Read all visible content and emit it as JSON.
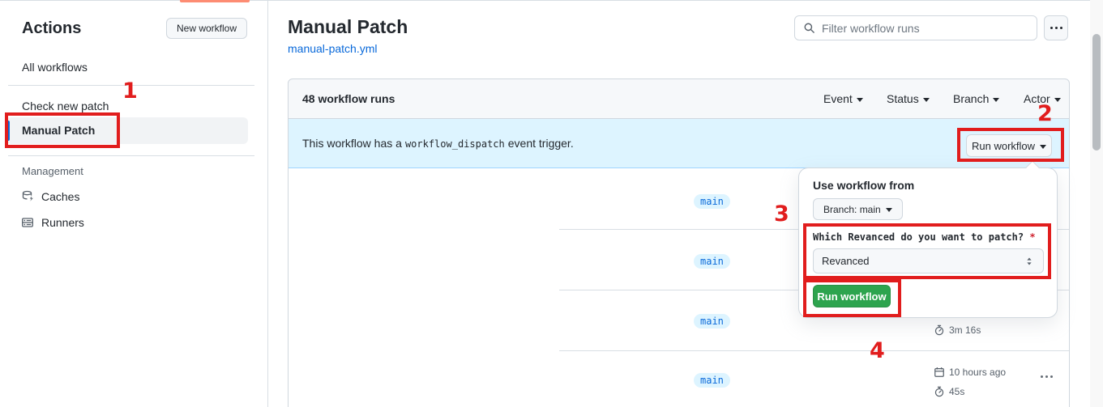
{
  "colors": {
    "annotation_red": "#e11d1d",
    "accent_green": "#2da44e",
    "link_blue": "#0969da",
    "banner_blue": "#ddf4ff",
    "coral": "#fd8c73"
  },
  "icons": {
    "search": "magnifier",
    "kebab": "three-dots",
    "caret_down": "filled-triangle-down",
    "updown": "select-chevrons",
    "stopwatch": "timer",
    "calendar": "calendar",
    "caches": "database-with-bolt",
    "runners": "server-rack"
  },
  "annotations": {
    "labels": [
      "1",
      "2",
      "3",
      "4"
    ]
  },
  "sidebar": {
    "title": "Actions",
    "new_workflow": "New workflow",
    "items": [
      {
        "label": "All workflows"
      },
      {
        "label": "Check new patch"
      },
      {
        "label": "Manual Patch",
        "selected": true
      }
    ],
    "management": {
      "header": "Management",
      "items": [
        {
          "label": "Caches"
        },
        {
          "label": "Runners"
        }
      ]
    }
  },
  "header": {
    "title": "Manual Patch",
    "file_link": "manual-patch.yml",
    "filter_placeholder": "Filter workflow runs"
  },
  "runs_panel": {
    "count": "48 workflow runs",
    "filters": [
      {
        "label": "Event"
      },
      {
        "label": "Status"
      },
      {
        "label": "Branch"
      },
      {
        "label": "Actor"
      }
    ],
    "banner": {
      "text_before": "This workflow has a",
      "code": "workflow_dispatch",
      "text_after": "event trigger.",
      "run_button": "Run workflow"
    },
    "rows": [
      {
        "branch": "main"
      },
      {
        "branch": "main"
      },
      {
        "branch": "main",
        "duration": "3m 16s"
      },
      {
        "branch": "main",
        "time": "10 hours ago",
        "duration": "45s"
      }
    ]
  },
  "popover": {
    "title": "Use workflow from",
    "branch_button": "Branch: main",
    "input_label": "Which Revanced do you want to patch?",
    "required_marker": "*",
    "select_value": "Revanced",
    "run_button": "Run workflow"
  }
}
